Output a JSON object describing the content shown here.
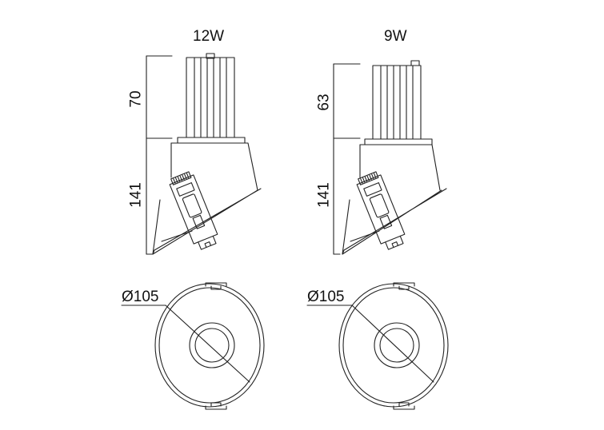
{
  "views": [
    {
      "power_label": "12W",
      "height_top": "70",
      "height_bottom": "141",
      "diameter_label": "Ø105"
    },
    {
      "power_label": "9W",
      "height_top": "63",
      "height_bottom": "141",
      "diameter_label": "Ø105"
    }
  ],
  "colors": {
    "line": "#222222",
    "background": "#ffffff"
  }
}
